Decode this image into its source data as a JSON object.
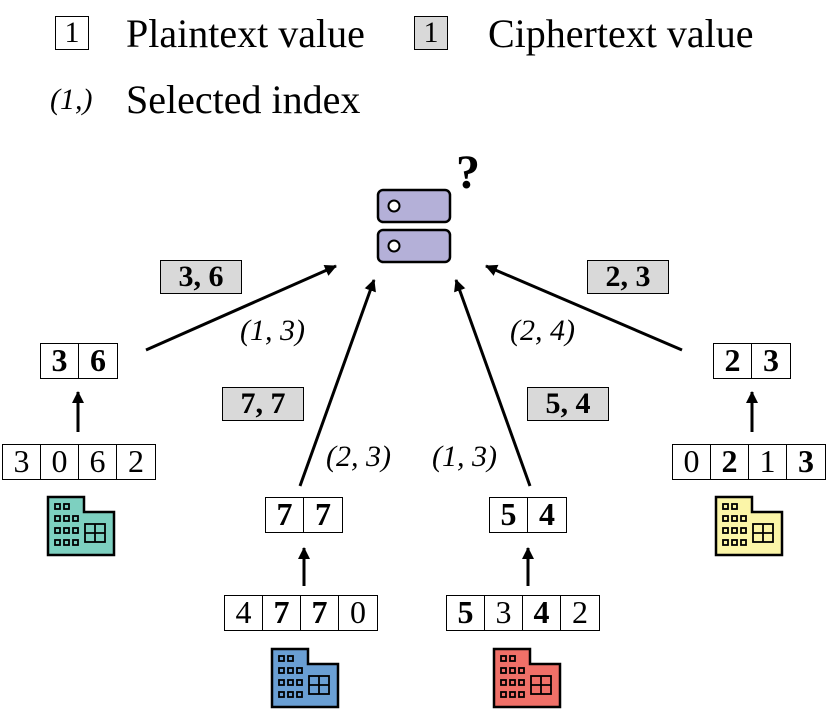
{
  "legend": {
    "plaintext_sample": "1",
    "plaintext_label": "Plaintext value",
    "ciphertext_sample": "1",
    "ciphertext_label": "Ciphertext value",
    "index_sample": "(1,)",
    "index_label": "Selected index"
  },
  "server": {
    "mark": "?"
  },
  "colors": {
    "server_fill": "#b4b0d8",
    "ciphertext_fill": "#d9d9d9",
    "party_1": "#7dd0c0",
    "party_2": "#6a9fd4",
    "party_3": "#f07068",
    "party_4": "#fbf5a8"
  },
  "parties": [
    {
      "name": "party-1",
      "icon": "building-icon",
      "data": [
        "3",
        "0",
        "6",
        "2"
      ],
      "selected": [
        true,
        false,
        true,
        false
      ],
      "picked": [
        "3",
        "6"
      ],
      "indices": "(1, 3)",
      "ciphertext": [
        "3",
        "6"
      ]
    },
    {
      "name": "party-2",
      "icon": "building-icon",
      "data": [
        "4",
        "7",
        "7",
        "0"
      ],
      "selected": [
        false,
        true,
        true,
        false
      ],
      "picked": [
        "7",
        "7"
      ],
      "indices": "(2, 3)",
      "ciphertext": [
        "7",
        "7"
      ]
    },
    {
      "name": "party-3",
      "icon": "building-icon",
      "data": [
        "5",
        "3",
        "4",
        "2"
      ],
      "selected": [
        true,
        false,
        true,
        false
      ],
      "picked": [
        "5",
        "4"
      ],
      "indices": "(1, 3)",
      "ciphertext": [
        "5",
        "4"
      ]
    },
    {
      "name": "party-4",
      "icon": "building-icon",
      "data": [
        "0",
        "2",
        "1",
        "3"
      ],
      "selected": [
        false,
        true,
        false,
        true
      ],
      "picked": [
        "2",
        "3"
      ],
      "indices": "(2, 4)",
      "ciphertext": [
        "2",
        "3"
      ]
    }
  ]
}
